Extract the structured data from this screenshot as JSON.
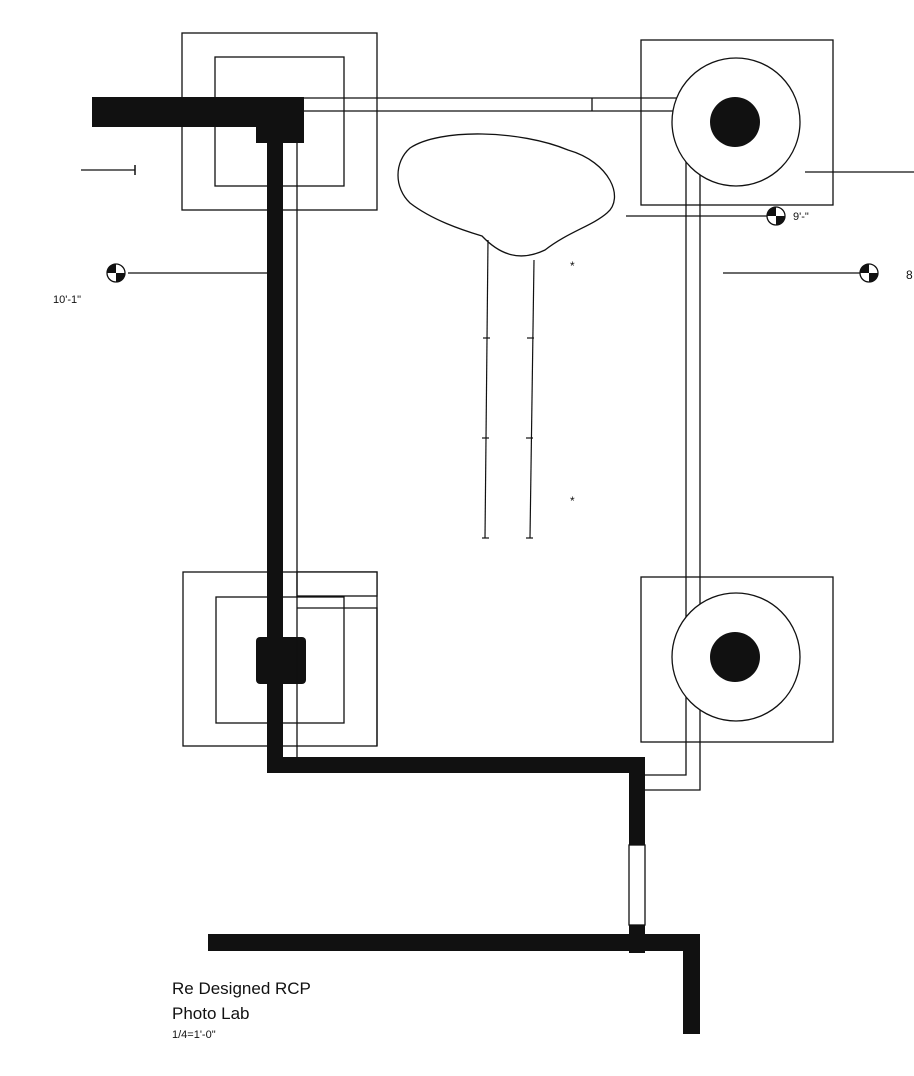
{
  "title_block": {
    "title": "Re Designed RCP",
    "subtitle": "Photo Lab",
    "scale": "1/4=1'-0\""
  },
  "elevation_tags": {
    "left": "10'-1\"",
    "top_right": "9'-\"",
    "right_edge": "8"
  },
  "colors": {
    "ink": "#111111",
    "paper": "#ffffff"
  }
}
